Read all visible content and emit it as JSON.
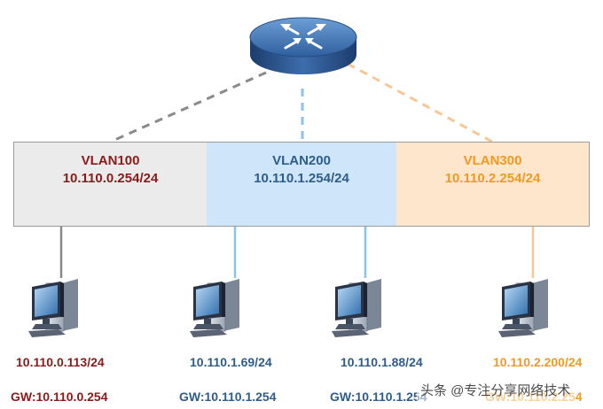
{
  "vlans": [
    {
      "name": "VLAN100",
      "network": "10.110.0.254/24",
      "color": "#8b1a1a",
      "fill": "#ebebeb"
    },
    {
      "name": "VLAN200",
      "network": "10.110.1.254/24",
      "color": "#2e5d8a",
      "fill": "#cfe5f9"
    },
    {
      "name": "VLAN300",
      "network": "10.110.2.254/24",
      "color": "#f29a1f",
      "fill": "#fde6cc"
    }
  ],
  "hosts": [
    {
      "ip": "10.110.0.113/24",
      "gateway": "GW:10.110.0.254",
      "vlan": "VLAN100"
    },
    {
      "ip": "10.110.1.69/24",
      "gateway": "GW:10.110.1.254",
      "vlan": "VLAN200"
    },
    {
      "ip": "10.110.1.88/24",
      "gateway": "GW:10.110.1.254",
      "vlan": "VLAN200"
    },
    {
      "ip": "10.110.2.200/24",
      "gateway": "GW:10.110.2.254",
      "vlan": "VLAN300"
    }
  ],
  "icons": {
    "router": "router-icon",
    "host": "desktop-computer-icon"
  },
  "watermark": "头条 @专注分享网络技术"
}
